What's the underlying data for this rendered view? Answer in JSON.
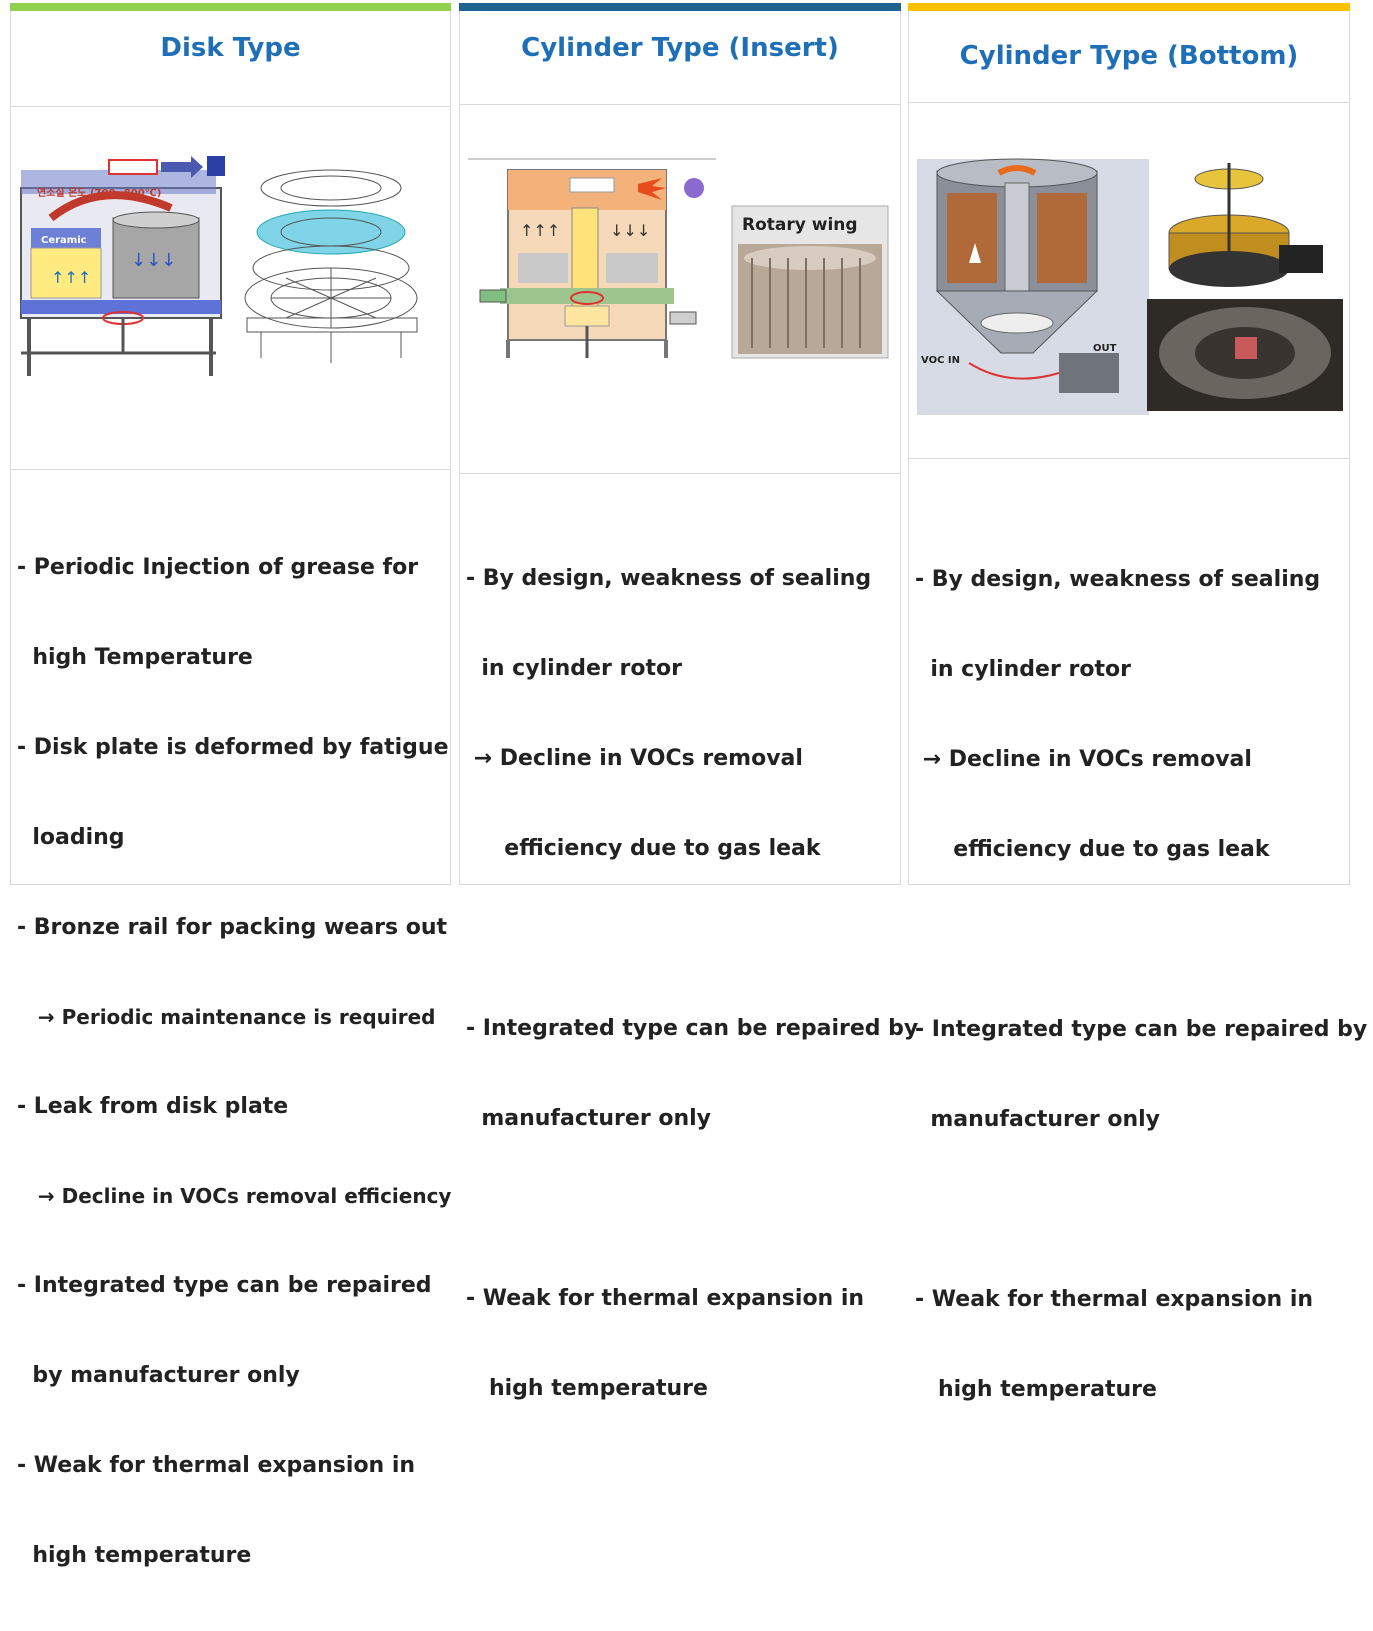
{
  "columns": [
    {
      "title": "Disk Type",
      "accent": "#92d050",
      "diagram_labels": {
        "temp": "연소실 온도 (700~800℃)",
        "ceramic": "Ceramic"
      },
      "lines": [
        {
          "text": "- Periodic Injection of grease for",
          "size": "normal"
        },
        {
          "text": "  high Temperature",
          "size": "normal"
        },
        {
          "text": "- Disk plate is deformed by fatigue",
          "size": "normal"
        },
        {
          "text": "  loading",
          "size": "normal"
        },
        {
          "text": "- Bronze rail for packing wears out",
          "size": "normal"
        },
        {
          "text": "   → Periodic maintenance is required",
          "size": "small"
        },
        {
          "text": "- Leak from disk plate",
          "size": "normal"
        },
        {
          "text": "   → Decline in VOCs removal efficiency",
          "size": "small"
        },
        {
          "text": "- Integrated type can be repaired",
          "size": "normal"
        },
        {
          "text": "  by manufacturer only",
          "size": "normal"
        },
        {
          "text": "- Weak for thermal expansion in",
          "size": "normal"
        },
        {
          "text": "  high temperature",
          "size": "normal"
        }
      ]
    },
    {
      "title": "Cylinder Type (Insert)",
      "accent": "#1f6391",
      "diagram_labels": {
        "rotary_wing": "Rotary wing"
      },
      "lines": [
        {
          "text": "- By design, weakness of sealing",
          "size": "normal"
        },
        {
          "text": "  in cylinder rotor",
          "size": "normal"
        },
        {
          "text": " → Decline in VOCs removal",
          "size": "normal"
        },
        {
          "text": "     efficiency due to gas leak",
          "size": "normal"
        },
        {
          "text": "",
          "size": "blank"
        },
        {
          "text": "- Integrated type can be repaired by",
          "size": "normal"
        },
        {
          "text": "  manufacturer only",
          "size": "normal"
        },
        {
          "text": "",
          "size": "blank"
        },
        {
          "text": "- Weak for thermal expansion in",
          "size": "normal"
        },
        {
          "text": "   high temperature",
          "size": "normal"
        }
      ]
    },
    {
      "title": "Cylinder Type (Bottom)",
      "accent": "#ffc000",
      "diagram_labels": {
        "voc_in": "VOC IN",
        "out": "OUT"
      },
      "lines": [
        {
          "text": "- By design, weakness of sealing",
          "size": "normal"
        },
        {
          "text": "  in cylinder rotor",
          "size": "normal"
        },
        {
          "text": " → Decline in VOCs removal",
          "size": "normal"
        },
        {
          "text": "     efficiency due to gas leak",
          "size": "normal"
        },
        {
          "text": "",
          "size": "blank"
        },
        {
          "text": "- Integrated type can be repaired by",
          "size": "normal"
        },
        {
          "text": "  manufacturer only",
          "size": "normal"
        },
        {
          "text": "",
          "size": "blank"
        },
        {
          "text": "- Weak for thermal expansion in",
          "size": "normal"
        },
        {
          "text": "   high temperature",
          "size": "normal"
        }
      ]
    }
  ]
}
